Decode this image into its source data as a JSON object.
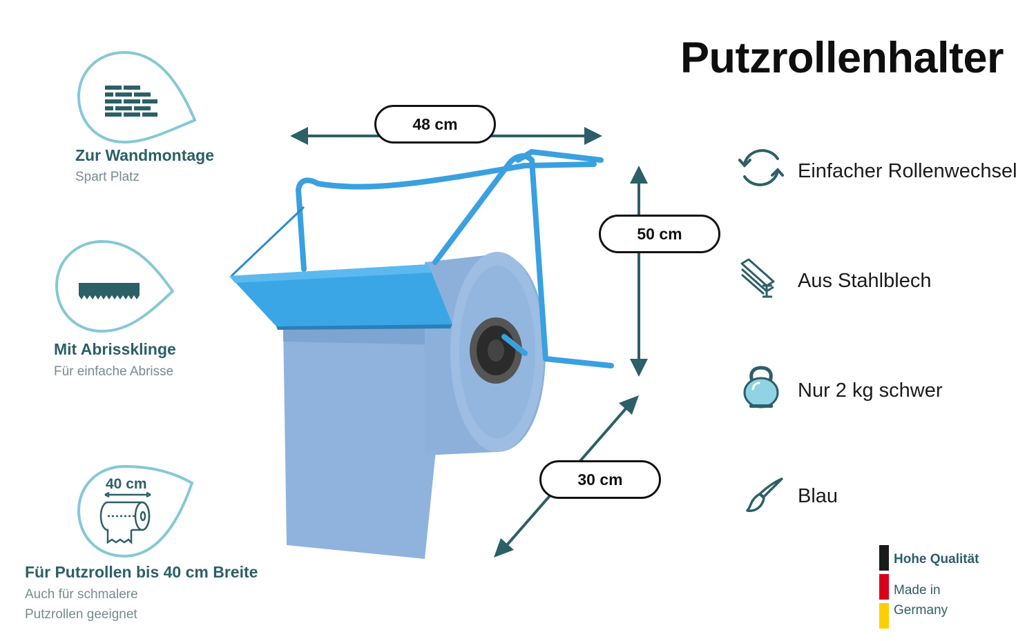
{
  "title": "Putzrollenhalter",
  "features": [
    {
      "heading": "Zur Wandmontage",
      "sub": "Spart Platz",
      "icon": "brick-wall-icon"
    },
    {
      "heading": "Mit Abrissklinge",
      "sub": "Für einfache Abrisse",
      "icon": "serrated-blade-icon"
    },
    {
      "heading": "Für Putzrollen bis 40 cm Breite",
      "sub_lines": [
        "Auch für schmalere",
        "Putzrollen geeignet"
      ],
      "icon": "paper-roll-icon",
      "icon_label": "40 cm"
    }
  ],
  "dimensions": {
    "width": "48 cm",
    "height": "50 cm",
    "depth": "30 cm"
  },
  "properties": [
    {
      "label": "Einfacher Rollenwechsel",
      "icon": "refresh-cycle-icon"
    },
    {
      "label": "Aus Stahlblech",
      "icon": "steel-sheet-icon"
    },
    {
      "label": "Nur 2 kg schwer",
      "icon": "kettlebell-icon"
    },
    {
      "label": "Blau",
      "icon": "paintbrush-icon"
    }
  ],
  "badge": {
    "quality": "Hohe Qualität",
    "made_in_1": "Made in",
    "made_in_2": "Germany"
  },
  "colors": {
    "accent": "#2c5f66",
    "teal_outline": "#86c8d6",
    "product_blue": "#3aa0e0",
    "roll_blue": "#8fb3dc",
    "flag_black": "#1a1a1a",
    "flag_red": "#d9001b",
    "flag_gold": "#ffce00"
  }
}
